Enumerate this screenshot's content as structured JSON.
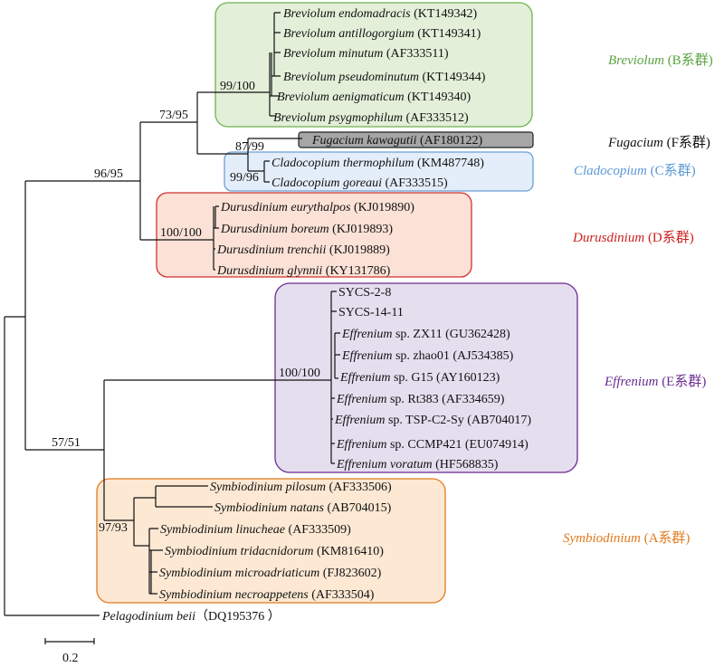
{
  "scale_bar": {
    "value": "0.2"
  },
  "clades": [
    {
      "id": "breviolum",
      "genus": "Breviolum",
      "suffix": " (B系群)",
      "fill": "#e3efd9",
      "stroke": "#6fb24f",
      "text_color": "#5aa341"
    },
    {
      "id": "fugacium",
      "genus": "Fugacium",
      "suffix": " (F系群)",
      "fill": "#a6a6a6",
      "stroke": "#222222",
      "text_color": "#111111"
    },
    {
      "id": "cladocopium",
      "genus": "Cladocopium",
      "suffix": " (C系群)",
      "fill": "#e4eefa",
      "stroke": "#6a9fd8",
      "text_color": "#5b98d6"
    },
    {
      "id": "durusdinium",
      "genus": "Durusdinium",
      "suffix": " (D系群)",
      "fill": "#fbe1d6",
      "stroke": "#d0312d",
      "text_color": "#cc1f1f"
    },
    {
      "id": "effrenium",
      "genus": "Effrenium",
      "suffix": " (E系群)",
      "fill": "#e5deef",
      "stroke": "#6a2c91",
      "text_color": "#6a2c91"
    },
    {
      "id": "symbiodinium",
      "genus": "Symbiodinium",
      "suffix": " (A系群)",
      "fill": "#fce8d3",
      "stroke": "#e07b1f",
      "text_color": "#e07b1f"
    }
  ],
  "support_values": [
    {
      "id": "breviolum",
      "text": "99/100"
    },
    {
      "id": "bcf",
      "text": "73/95"
    },
    {
      "id": "fc",
      "text": "87/99"
    },
    {
      "id": "cladocopium",
      "text": "99/96"
    },
    {
      "id": "bcfd",
      "text": "96/95"
    },
    {
      "id": "durusdinium",
      "text": "100/100"
    },
    {
      "id": "effrenium",
      "text": "100/100"
    },
    {
      "id": "ea",
      "text": "57/51"
    },
    {
      "id": "symbiodinium",
      "text": "97/93"
    }
  ],
  "taxa": [
    {
      "name": "Breviolum endomadracis",
      "rest": " (KT149342)",
      "italic": true
    },
    {
      "name": "Breviolum antillogorgium",
      "rest": " (KT149341)",
      "italic": true
    },
    {
      "name": "Breviolum minutum",
      "rest": " (AF333511)",
      "italic": true
    },
    {
      "name": "Breviolum pseudominutum",
      "rest": " (KT149344)",
      "italic": true
    },
    {
      "name": "Breviolum aenigmaticum",
      "rest": " (KT149340)",
      "italic": true
    },
    {
      "name": "Breviolum psygmophilum",
      "rest": " (AF333512)",
      "italic": true
    },
    {
      "name": "Fugacium kawagutii",
      "rest": " (AF180122)",
      "italic": true
    },
    {
      "name": "Cladocopium thermophilum",
      "rest": " (KM487748)",
      "italic": true
    },
    {
      "name": "Cladocopium goreaui",
      "rest": " (AF333515)",
      "italic": true
    },
    {
      "name": "Durusdinium eurythalpos",
      "rest": " (KJ019890)",
      "italic": true
    },
    {
      "name": "Durusdinium boreum",
      "rest": " (KJ019893)",
      "italic": true
    },
    {
      "name": "Durusdinium trenchii",
      "rest": " (KJ019889)",
      "italic": true
    },
    {
      "name": "Durusdinium glynnii",
      "rest": " (KY131786)",
      "italic": true
    },
    {
      "name": "SYCS-2-8",
      "rest": "",
      "italic": false
    },
    {
      "name": "SYCS-14-11",
      "rest": "",
      "italic": false
    },
    {
      "name": "Effrenium",
      "rest": " sp. ZX11 (GU362428)",
      "italic": true
    },
    {
      "name": "Effrenium",
      "rest": " sp. zhao01 (AJ534385)",
      "italic": true
    },
    {
      "name": "Effrenium",
      "rest": " sp. G15 (AY160123)",
      "italic": true
    },
    {
      "name": "Effrenium",
      "rest": " sp. Rt383 (AF334659)",
      "italic": true
    },
    {
      "name": "Effrenium",
      "rest": " sp. TSP-C2-Sy (AB704017)",
      "italic": true
    },
    {
      "name": "Effrenium",
      "rest": " sp. CCMP421 (EU074914)",
      "italic": true
    },
    {
      "name": "Effrenium voratum",
      "rest": " (HF568835)",
      "italic": true
    },
    {
      "name": "Symbiodinium pilosum",
      "rest": " (AF333506)",
      "italic": true
    },
    {
      "name": "Symbiodinium natans",
      "rest": " (AB704015)",
      "italic": true
    },
    {
      "name": "Symbiodinium linucheae",
      "rest": " (AF333509)",
      "italic": true
    },
    {
      "name": "Symbiodinium tridacnidorum",
      "rest": " (KM816410)",
      "italic": true
    },
    {
      "name": "Symbiodinium microadriaticum",
      "rest": " (FJ823602)",
      "italic": true
    },
    {
      "name": "Symbiodinium necroappetens",
      "rest": " (AF333504)",
      "italic": true
    },
    {
      "name": "Pelagodinium beii",
      "rest": "（DQ195376 ）",
      "italic": true
    }
  ]
}
